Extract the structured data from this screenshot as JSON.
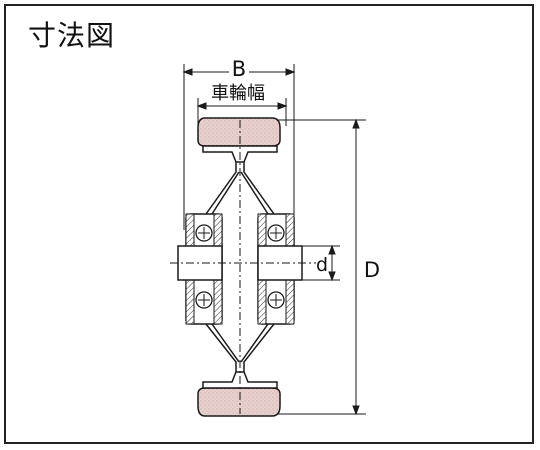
{
  "diagram": {
    "title": "寸法図",
    "labels": {
      "B": "B",
      "width": "車輪幅",
      "d": "d",
      "D": "D"
    },
    "colors": {
      "tire": "#e8d0cc",
      "tire_dot": "#c9aaa5",
      "line": "#1a1a1a",
      "metal": "#ffffff"
    }
  }
}
